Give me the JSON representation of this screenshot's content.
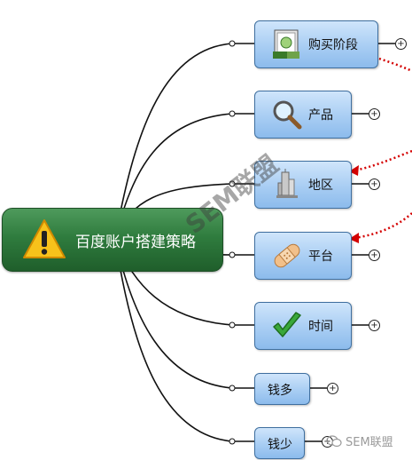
{
  "root": {
    "label": "百度账户搭建策略",
    "icon": "warning-icon"
  },
  "branches": [
    {
      "label": "购买阶段",
      "icon": "purchase-icon"
    },
    {
      "label": "产品",
      "icon": "magnifier-icon"
    },
    {
      "label": "地区",
      "icon": "map-pin-icon"
    },
    {
      "label": "平台",
      "icon": "bandage-icon"
    },
    {
      "label": "时间",
      "icon": "checkmark-icon"
    },
    {
      "label": "钱多",
      "icon": ""
    },
    {
      "label": "钱少",
      "icon": ""
    }
  ],
  "expand_symbol": "+",
  "watermark": "SEM联盟",
  "brand": {
    "text": "SEM联盟",
    "icon": "wechat-icon"
  },
  "colors": {
    "root": "#2f7c3e",
    "node": "#a8cdf3",
    "arrow": "#d40000"
  }
}
